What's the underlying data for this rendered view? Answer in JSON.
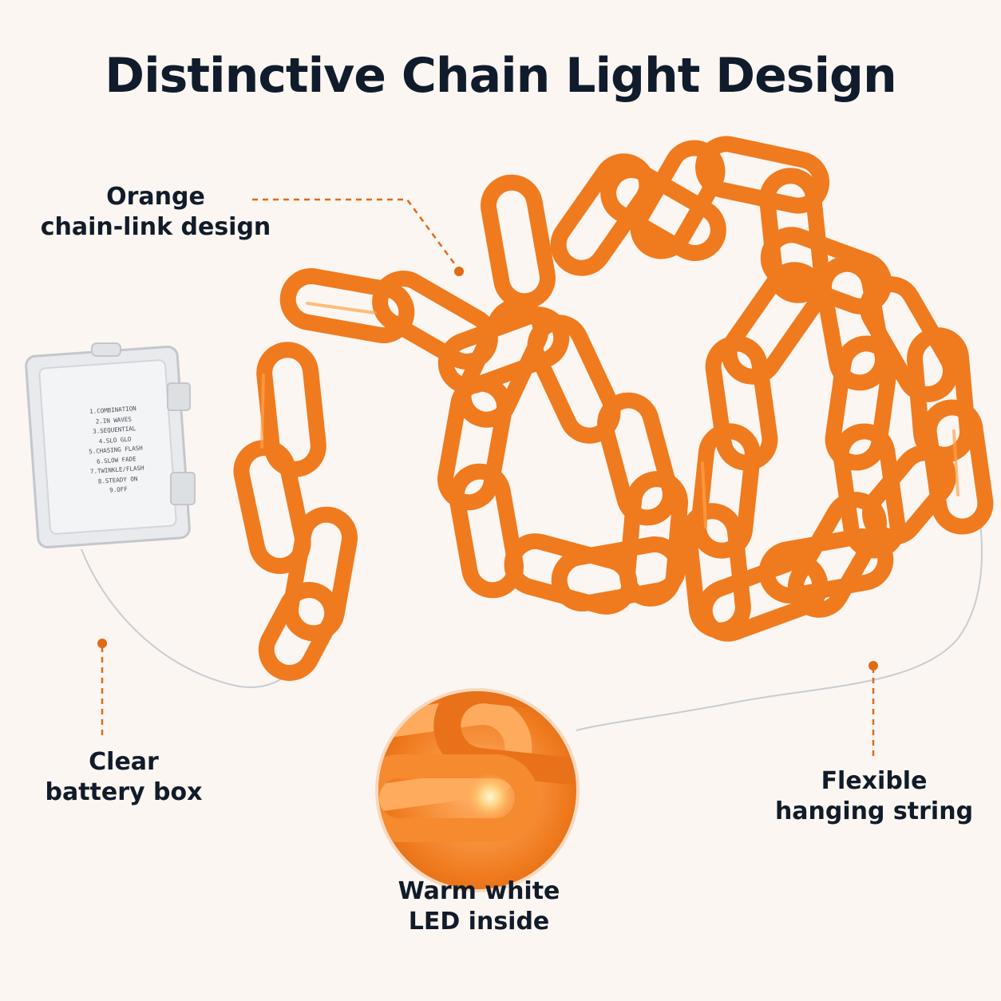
{
  "title": "Distinctive Chain Light Design",
  "callouts": {
    "orange_chain": [
      "Orange",
      "chain-link design"
    ],
    "battery_box": [
      "Clear",
      "battery box"
    ],
    "warm_led": [
      "Warm white",
      "LED inside"
    ],
    "hanging_string": [
      "Flexible",
      "hanging string"
    ]
  },
  "battery_box_modes": [
    "1.COMBINATION",
    "2.IN WAVES",
    "3.SEQUENTIAL",
    "4.SLO GLO",
    "5.CHASING FLASH",
    "6.SLOW FADE",
    "7.TWINKLE/FLASH",
    "8.STEADY ON",
    "9.OFF"
  ],
  "colors": {
    "background": "#fbf6f1",
    "title": "#101c2c",
    "chain_orange": "#f07a1e",
    "chain_dark": "#c65a0c",
    "accent_dashes": "#e06a16"
  }
}
